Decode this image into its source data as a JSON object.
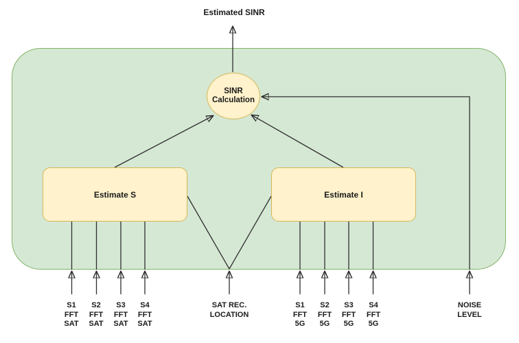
{
  "diagram": {
    "output_label": "Estimated SINR",
    "nodes": {
      "sinr": {
        "label": "SINR\nCalculation"
      },
      "estimate_s": {
        "label": "Estimate S"
      },
      "estimate_i": {
        "label": "Estimate I"
      }
    },
    "inputs": {
      "sat_signals": [
        {
          "label": "S1\nFFT\nSAT"
        },
        {
          "label": "S2\nFFT\nSAT"
        },
        {
          "label": "S3\nFFT\nSAT"
        },
        {
          "label": "S4\nFFT\nSAT"
        }
      ],
      "sat_rec_location": {
        "label": "SAT REC.\nLOCATION"
      },
      "fiveg_signals": [
        {
          "label": "S1\nFFT\n5G"
        },
        {
          "label": "S2\nFFT\n5G"
        },
        {
          "label": "S3\nFFT\n5G"
        },
        {
          "label": "S4\nFFT\n5G"
        }
      ],
      "noise_level": {
        "label": "NOISE\nLEVEL"
      }
    },
    "colors": {
      "container_fill": "#d5e8d4",
      "container_border": "#82b366",
      "node_fill": "#fff2cc",
      "node_border": "#d6b656",
      "connector": "#2e2e2e",
      "text": "#1a1a1a",
      "background": "#ffffff"
    }
  }
}
